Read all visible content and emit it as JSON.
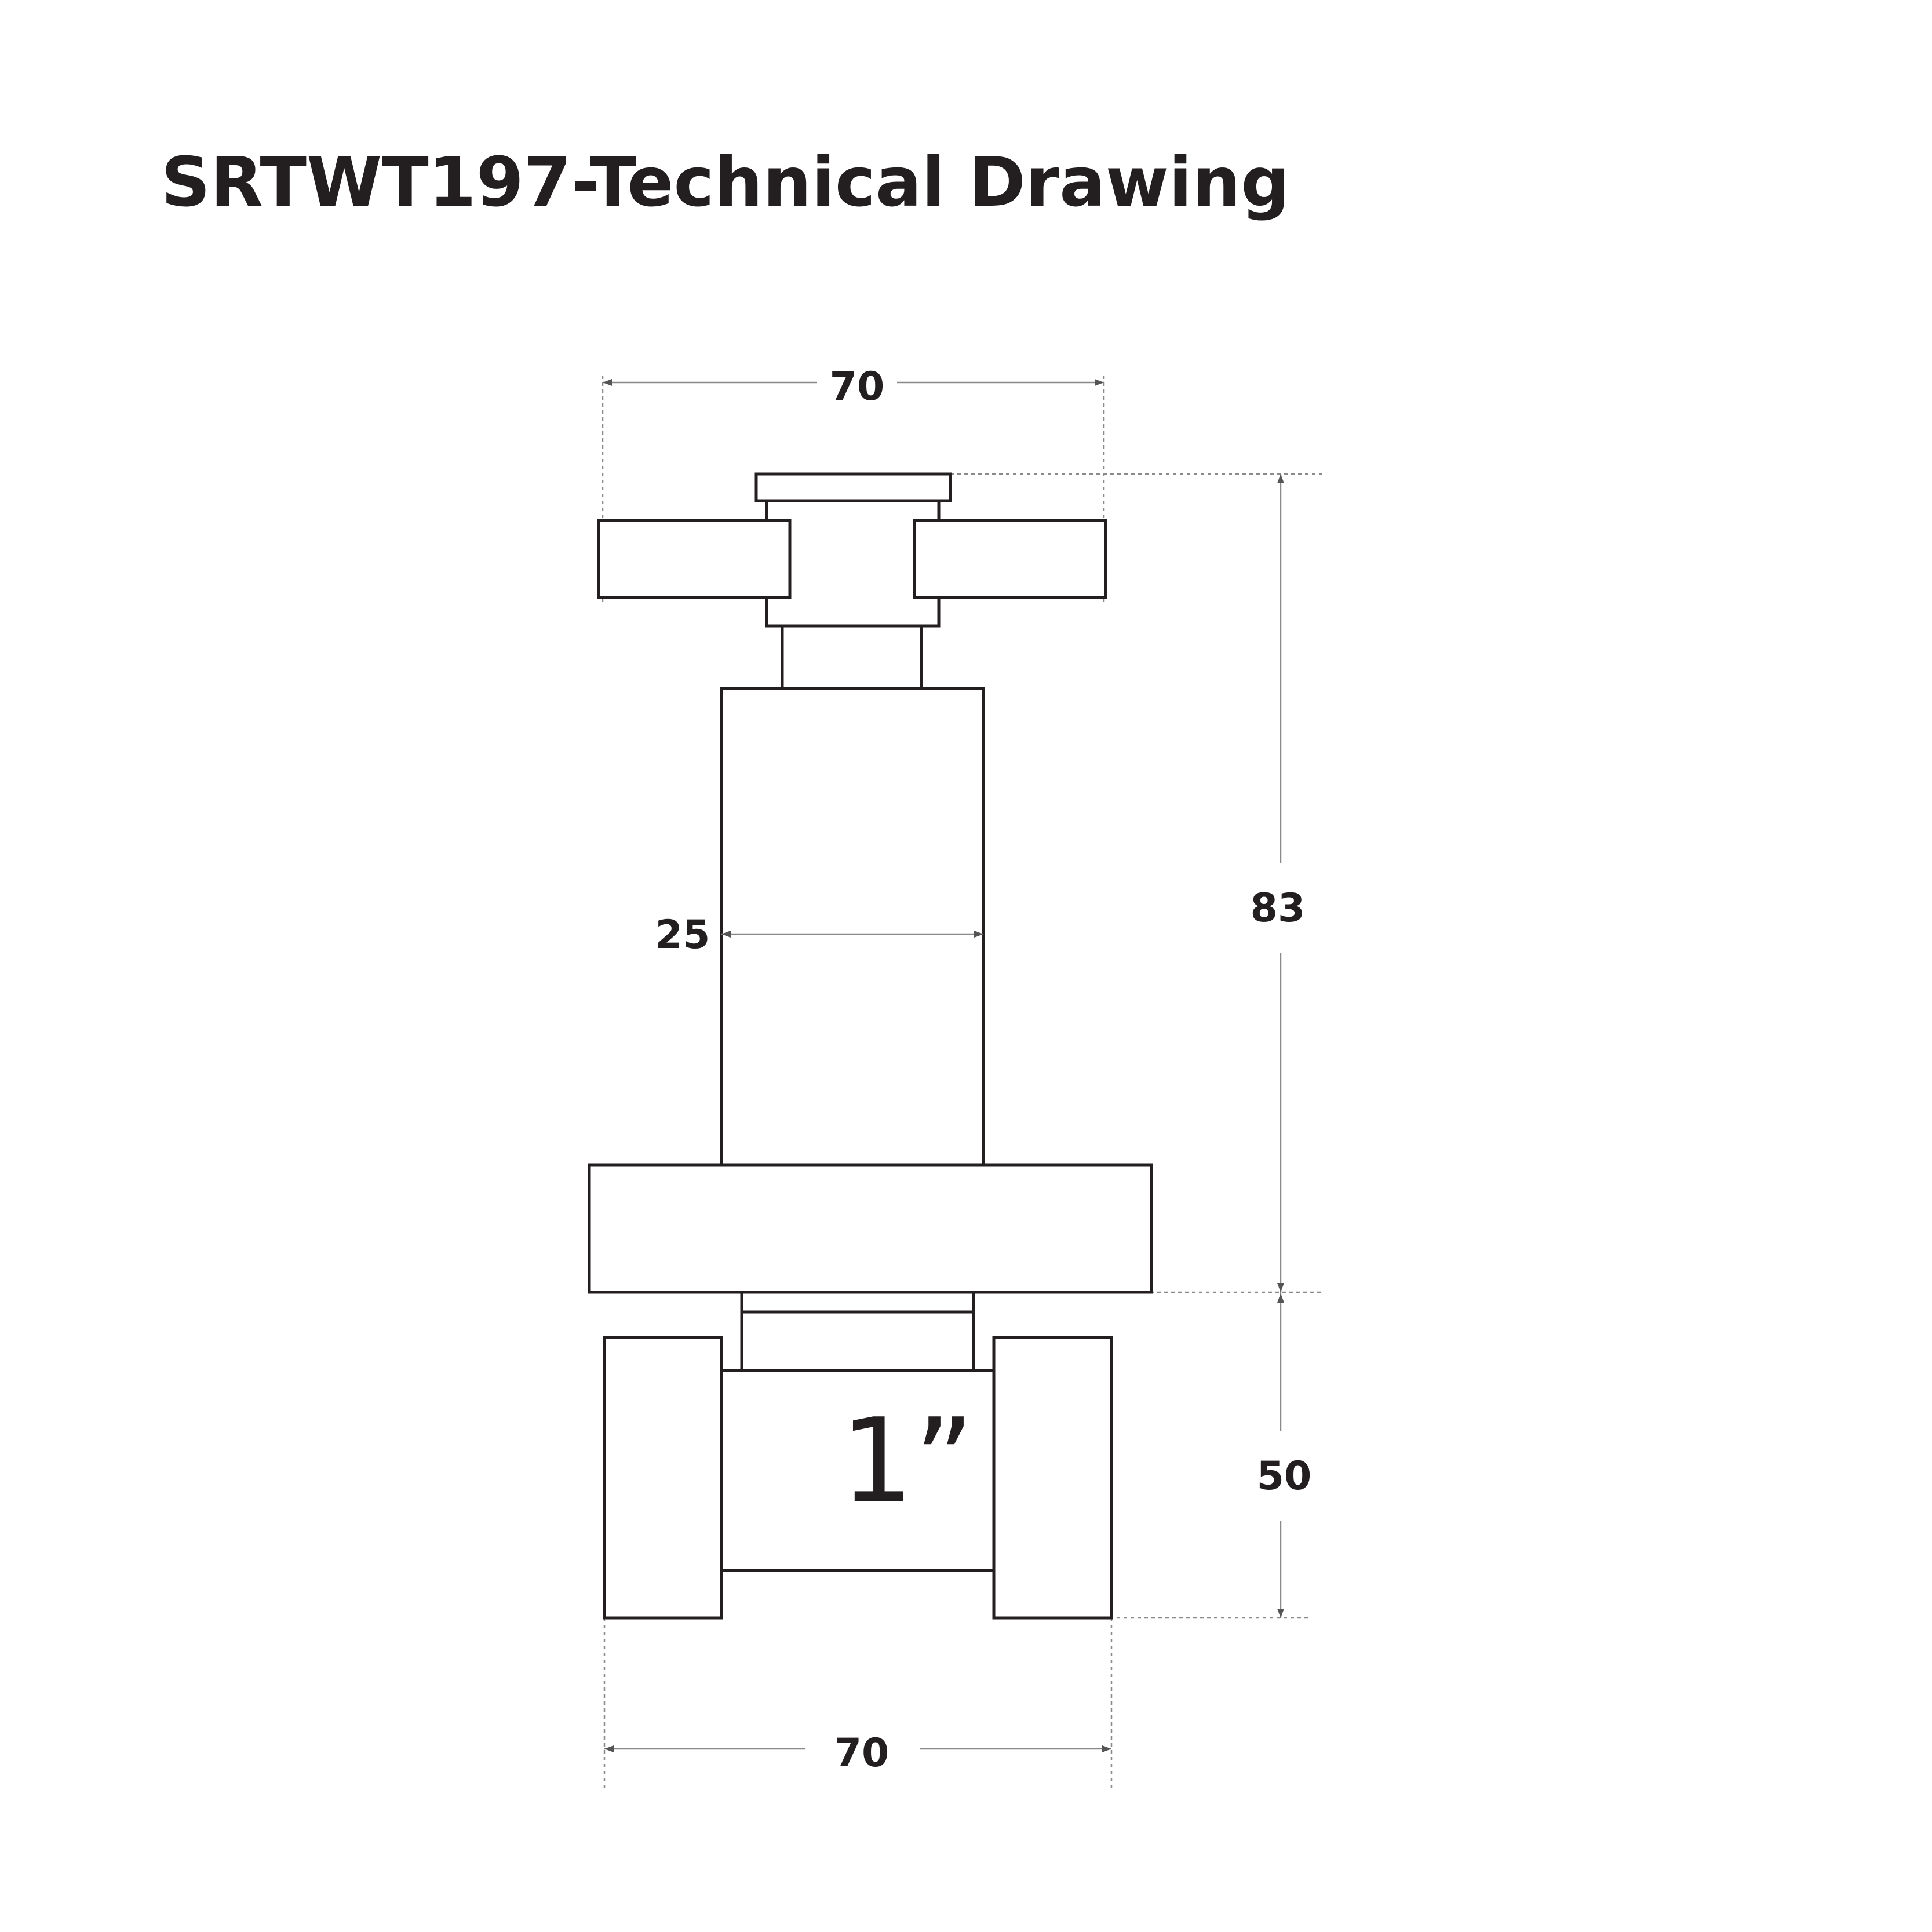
{
  "title": "SRTWT197-Technical Drawing",
  "dimensions": {
    "top_width": "70",
    "stem_width": "25",
    "upper_height": "83",
    "lower_height": "50",
    "bottom_width": "70"
  },
  "thread_label": "1”"
}
